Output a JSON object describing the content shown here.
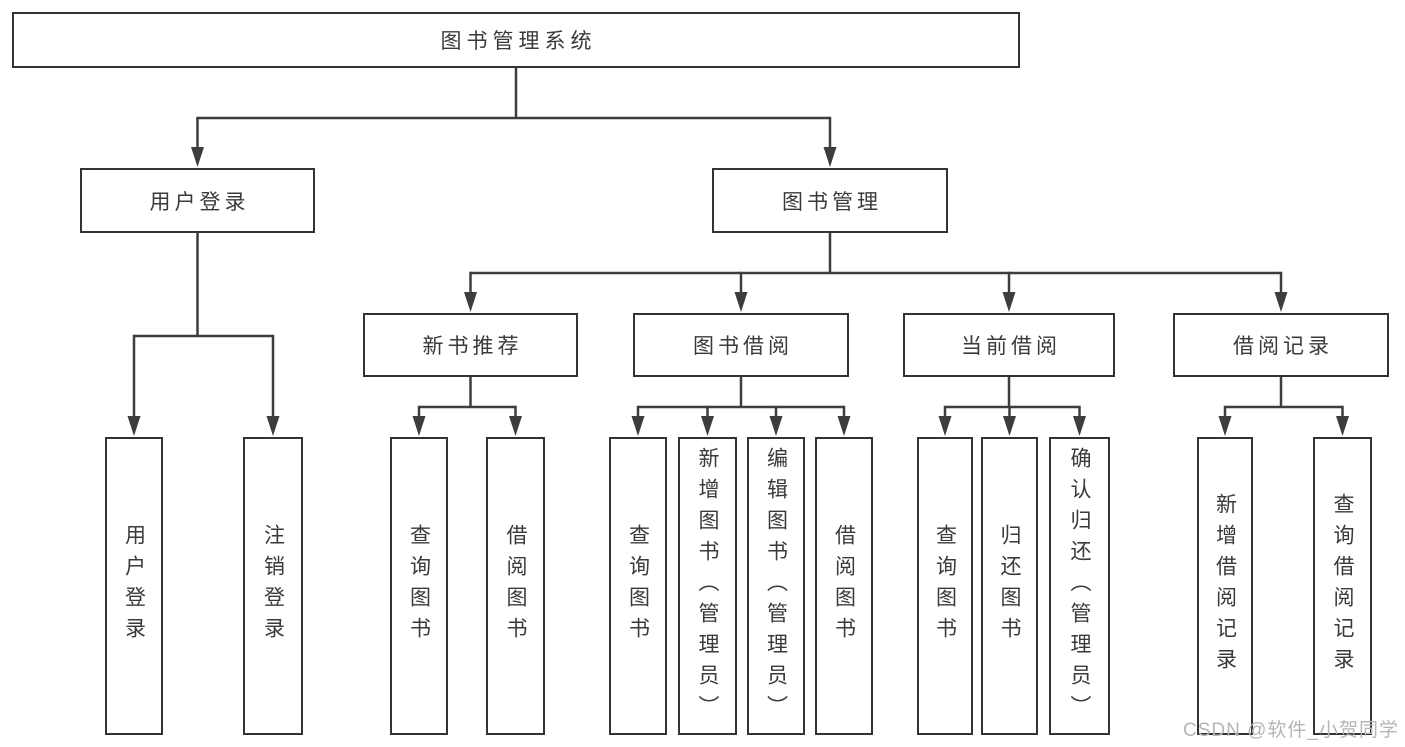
{
  "diagram": {
    "type": "hierarchy-tree",
    "watermark": "CSDN @软件_小贺同学",
    "line_color": "#3d3d3d",
    "box_border_color": "#333333",
    "box_fill_color": "#ffffff",
    "text_color": "#3a3a3a",
    "nodes": [
      {
        "id": "root",
        "label": "图书管理系统",
        "parent": null,
        "text_direction": "horizontal"
      },
      {
        "id": "user-login-group",
        "label": "用户登录",
        "parent": "root",
        "text_direction": "horizontal"
      },
      {
        "id": "book-management",
        "label": "图书管理",
        "parent": "root",
        "text_direction": "horizontal"
      },
      {
        "id": "new-book-recommend",
        "label": "新书推荐",
        "parent": "book-management",
        "text_direction": "horizontal"
      },
      {
        "id": "book-borrowing",
        "label": "图书借阅",
        "parent": "book-management",
        "text_direction": "horizontal"
      },
      {
        "id": "current-borrowing",
        "label": "当前借阅",
        "parent": "book-management",
        "text_direction": "horizontal"
      },
      {
        "id": "borrowing-records",
        "label": "借阅记录",
        "parent": "book-management",
        "text_direction": "horizontal"
      },
      {
        "id": "user-login",
        "label": "用户登录",
        "parent": "user-login-group",
        "text_direction": "vertical"
      },
      {
        "id": "logout",
        "label": "注销登录",
        "parent": "user-login-group",
        "text_direction": "vertical"
      },
      {
        "id": "query-books-1",
        "label": "查询图书",
        "parent": "new-book-recommend",
        "text_direction": "vertical"
      },
      {
        "id": "borrow-books-1",
        "label": "借阅图书",
        "parent": "new-book-recommend",
        "text_direction": "vertical"
      },
      {
        "id": "query-books-2",
        "label": "查询图书",
        "parent": "book-borrowing",
        "text_direction": "vertical"
      },
      {
        "id": "add-books-admin",
        "label": "新增图书（管理员）",
        "parent": "book-borrowing",
        "text_direction": "vertical"
      },
      {
        "id": "edit-books-admin",
        "label": "编辑图书（管理员）",
        "parent": "book-borrowing",
        "text_direction": "vertical"
      },
      {
        "id": "borrow-books-2",
        "label": "借阅图书",
        "parent": "book-borrowing",
        "text_direction": "vertical"
      },
      {
        "id": "query-books-3",
        "label": "查询图书",
        "parent": "current-borrowing",
        "text_direction": "vertical"
      },
      {
        "id": "return-books",
        "label": "归还图书",
        "parent": "current-borrowing",
        "text_direction": "vertical"
      },
      {
        "id": "confirm-return-admin",
        "label": "确认归还（管理员）",
        "parent": "current-borrowing",
        "text_direction": "vertical"
      },
      {
        "id": "add-borrow-record",
        "label": "新增借阅记录",
        "parent": "borrowing-records",
        "text_direction": "vertical"
      },
      {
        "id": "query-borrow-record",
        "label": "查询借阅记录",
        "parent": "borrowing-records",
        "text_direction": "vertical"
      }
    ]
  }
}
